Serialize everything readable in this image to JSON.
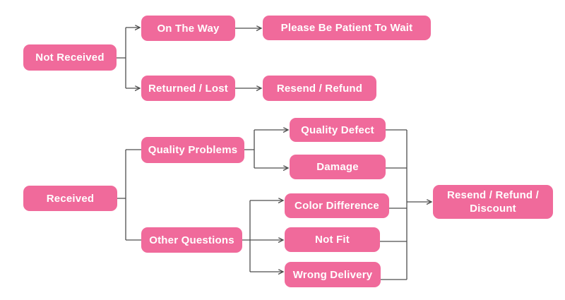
{
  "diagram": {
    "type": "flowchart",
    "description": "After-sale service decision flowchart",
    "colors": {
      "node_fill": "#f06a9b",
      "node_text": "#ffffff",
      "connector": "#4d4d4d",
      "background": "#ffffff"
    },
    "nodes": [
      {
        "id": "not-received",
        "label": "Not Received"
      },
      {
        "id": "on-the-way",
        "label": "On The Way"
      },
      {
        "id": "please-be-patient",
        "label": "Please Be Patient To Wait"
      },
      {
        "id": "returned-lost",
        "label": "Returned / Lost"
      },
      {
        "id": "resend-refund",
        "label": "Resend / Refund"
      },
      {
        "id": "received",
        "label": "Received"
      },
      {
        "id": "quality-problems",
        "label": "Quality Problems"
      },
      {
        "id": "other-questions",
        "label": "Other Questions"
      },
      {
        "id": "quality-defect",
        "label": "Quality Defect"
      },
      {
        "id": "damage",
        "label": "Damage"
      },
      {
        "id": "color-difference",
        "label": "Color Difference"
      },
      {
        "id": "not-fit",
        "label": "Not Fit"
      },
      {
        "id": "wrong-delivery",
        "label": "Wrong Delivery"
      },
      {
        "id": "resend-refund-discount",
        "label": "Resend / Refund / Discount"
      }
    ],
    "edges": [
      {
        "from": "not-received",
        "to": "on-the-way",
        "arrow": true
      },
      {
        "from": "not-received",
        "to": "returned-lost",
        "arrow": true
      },
      {
        "from": "on-the-way",
        "to": "please-be-patient",
        "arrow": true
      },
      {
        "from": "returned-lost",
        "to": "resend-refund",
        "arrow": true
      },
      {
        "from": "received",
        "to": "quality-problems",
        "arrow": false
      },
      {
        "from": "received",
        "to": "other-questions",
        "arrow": false
      },
      {
        "from": "quality-problems",
        "to": "quality-defect",
        "arrow": true
      },
      {
        "from": "quality-problems",
        "to": "damage",
        "arrow": true
      },
      {
        "from": "other-questions",
        "to": "color-difference",
        "arrow": true
      },
      {
        "from": "other-questions",
        "to": "not-fit",
        "arrow": true
      },
      {
        "from": "other-questions",
        "to": "wrong-delivery",
        "arrow": true
      },
      {
        "from": "quality-defect",
        "to": "resend-refund-discount",
        "arrow": true
      },
      {
        "from": "damage",
        "to": "resend-refund-discount",
        "arrow": true
      },
      {
        "from": "color-difference",
        "to": "resend-refund-discount",
        "arrow": true
      },
      {
        "from": "not-fit",
        "to": "resend-refund-discount",
        "arrow": true
      },
      {
        "from": "wrong-delivery",
        "to": "resend-refund-discount",
        "arrow": true
      }
    ]
  }
}
